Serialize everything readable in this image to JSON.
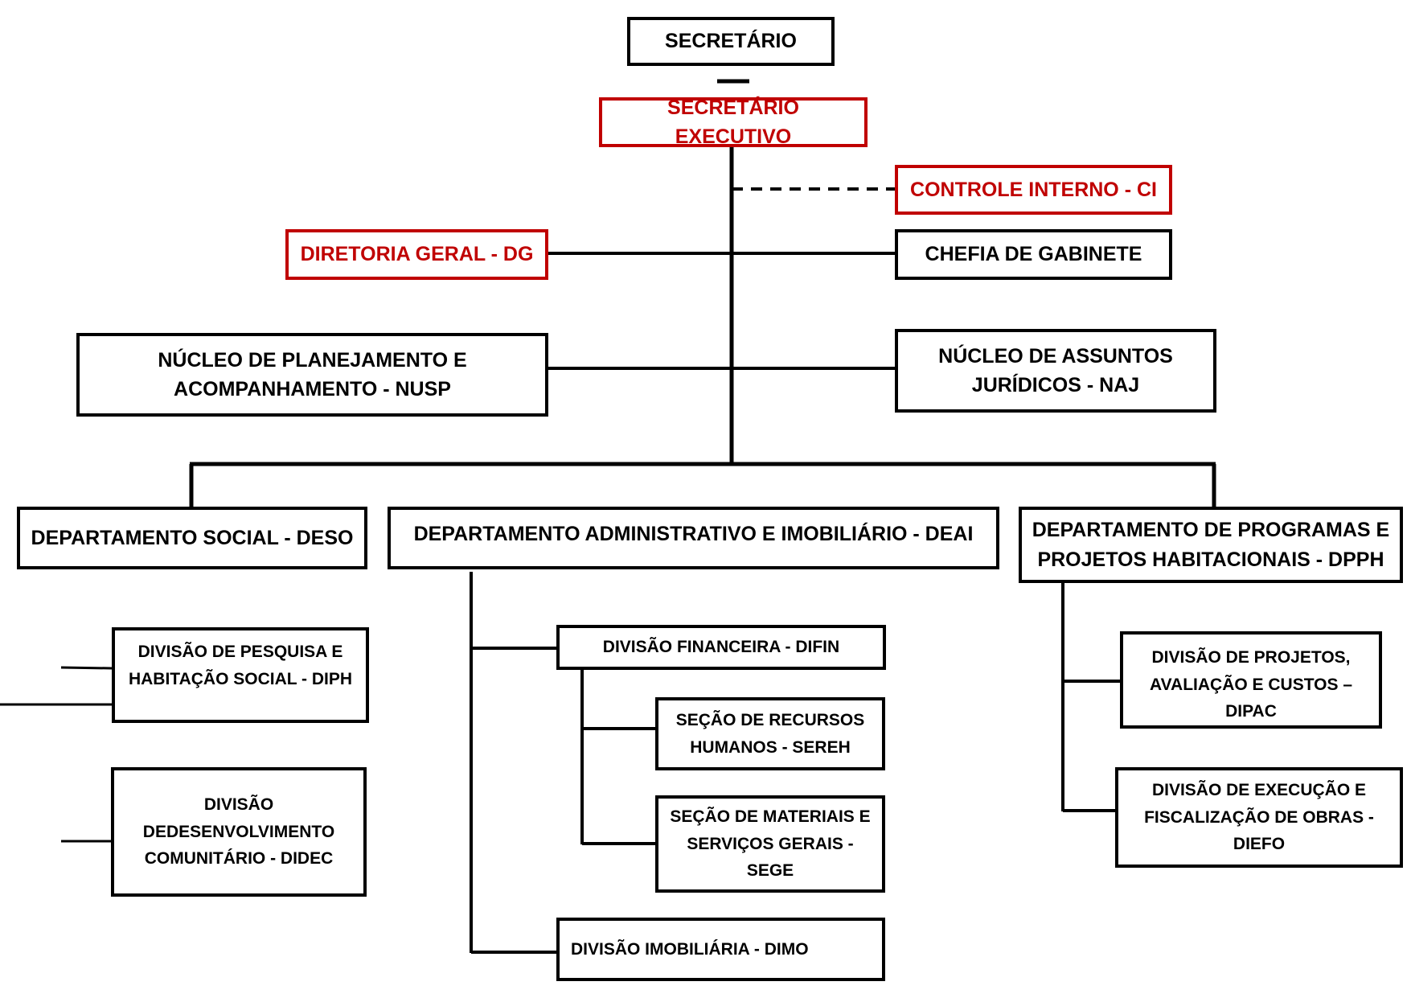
{
  "colors": {
    "line": "#000000",
    "highlight": "#c00000"
  },
  "nodes": {
    "secretario": "SECRETÁRIO",
    "secretario_executivo": "SECRETÁRIO EXECUTIVO",
    "controle_interno": "CONTROLE INTERNO - CI",
    "diretoria_geral": "DIRETORIA GERAL - DG",
    "chefia_gabinete": "CHEFIA DE GABINETE",
    "nusp": "NÚCLEO DE PLANEJAMENTO E\nACOMPANHAMENTO - NUSP",
    "naj": "NÚCLEO DE ASSUNTOS\nJURÍDICOS - NAJ",
    "deso": "DEPARTAMENTO SOCIAL - DESO",
    "deai": "DEPARTAMENTO ADMINISTRATIVO E IMOBILIÁRIO - DEAI",
    "dpph": "DEPARTAMENTO DE PROGRAMAS E\nPROJETOS HABITACIONAIS - DPPH",
    "diph": "DIVISÃO DE PESQUISA E\nHABITAÇÃO SOCIAL - DIPH",
    "didec": "DIVISÃO\nDEDESENVOLVIMENTO\nCOMUNITÁRIO -  DIDEC",
    "difin": "DIVISÃO FINANCEIRA - DIFIN",
    "sereh": "SEÇÃO DE RECURSOS\nHUMANOS - SEREH",
    "sege": "SEÇÃO DE MATERIAIS E\nSERVIÇOS GERAIS -\nSEGE",
    "dimo": "DIVISÃO IMOBILIÁRIA -   DIMO",
    "dipac": "DIVISÃO DE PROJETOS,\nAVALIAÇÃO E CUSTOS – DIPAC",
    "diefo": "DIVISÃO DE EXECUÇÃO E\nFISCALIZAÇÃO DE OBRAS -\nDIEFO"
  }
}
